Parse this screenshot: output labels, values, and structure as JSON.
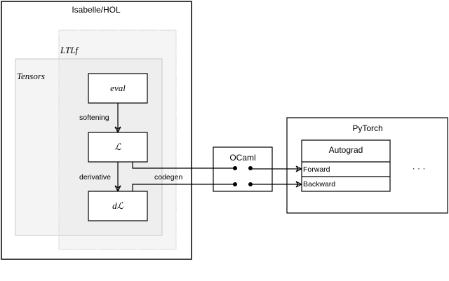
{
  "isabelle": {
    "title": "Isabelle/HOL"
  },
  "ltlf": {
    "label": "LTLf"
  },
  "tensors": {
    "label": "Tensors"
  },
  "nodes": {
    "eval": "eval",
    "loss": "ℒ",
    "dloss": "dℒ"
  },
  "edges": {
    "softening": "softening",
    "derivative": "derivative",
    "codegen": "codegen"
  },
  "ocaml": {
    "title": "OCaml"
  },
  "pytorch": {
    "title": "PyTorch",
    "ellipsis": "· · ·"
  },
  "autograd": {
    "title": "Autograd",
    "forward": "Forward",
    "backward": "Backward"
  },
  "colors": {
    "outer_box": "#000000",
    "group_fill": "#f2f2f2",
    "group_stroke": "#c8c8c8"
  }
}
